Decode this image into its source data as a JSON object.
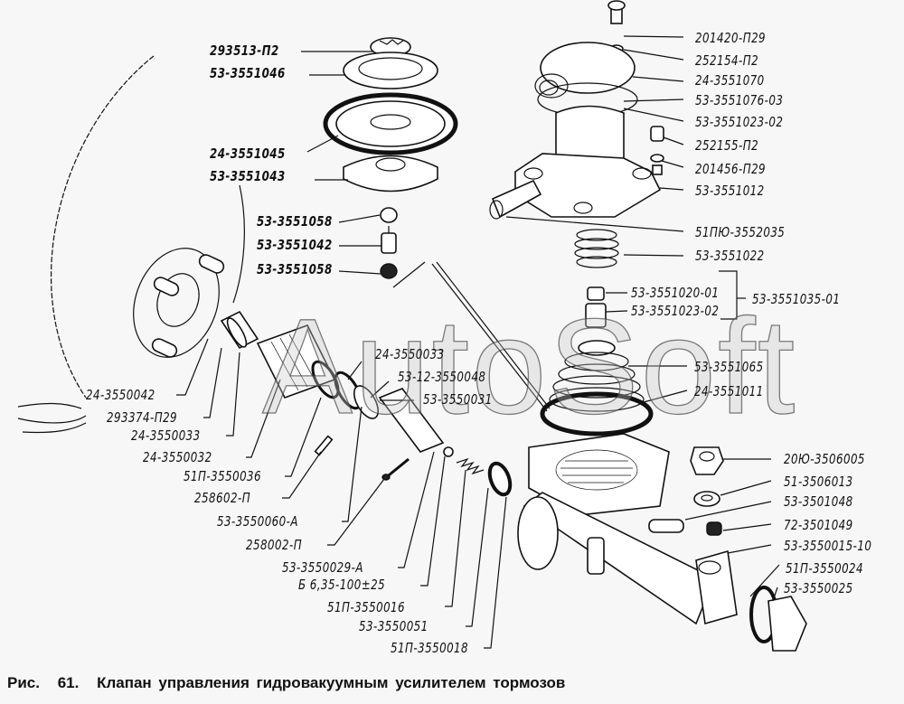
{
  "figure": {
    "number_prefix": "Рис.",
    "number": "61.",
    "title": "Клапан управления гидровакуумным усилителем тормозов"
  },
  "watermark": "AutoSoft",
  "labels": {
    "top_left_group": [
      "293513-П2",
      "53-3551046",
      "24-3551045",
      "53-3551043"
    ],
    "valve_group": [
      "53-3551058",
      "53-3551042",
      "53-3551058"
    ],
    "top_right_group": [
      "201420-П29",
      "252154-П2",
      "24-3551070",
      "53-3551076-03",
      "53-3551023-02",
      "252155-П2",
      "201456-П29",
      "53-3551012",
      "51ПЮ-3552035",
      "53-3551022"
    ],
    "bracket_group": {
      "items": [
        "53-3551020-01",
        "53-3551023-02"
      ],
      "assembly": "53-3551035-01"
    },
    "middle_right_group": [
      "53-3551065",
      "24-3551011"
    ],
    "bottom_right_group": [
      "20Ю-3506005",
      "51-3506013",
      "53-3501048",
      "72-3501049",
      "53-3550015-10",
      "51П-3550024",
      "53-3550025"
    ],
    "piston_group": [
      "24-3550033",
      "53-12-3550048",
      "53-3550031"
    ],
    "bottom_left_group": [
      "24-3550042",
      "293374-П29",
      "24-3550033",
      "24-3550032",
      "51П-3550036",
      "258602-П",
      "53-3550060-А",
      "258002-П",
      "53-3550029-А",
      "Б 6,35-100±25",
      "51П-3550016",
      "53-3550051",
      "51П-3550018"
    ]
  }
}
